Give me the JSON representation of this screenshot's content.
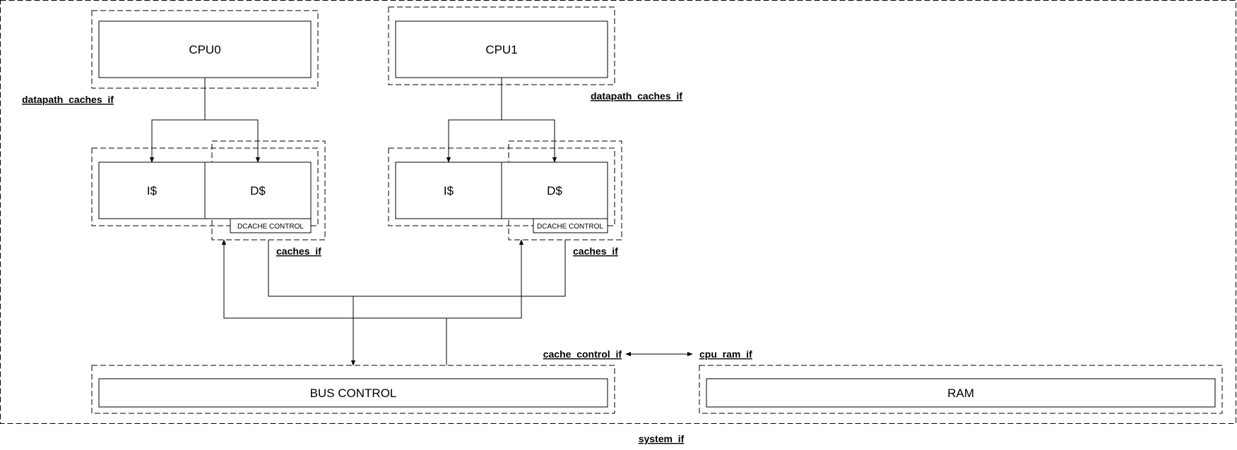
{
  "blocks": {
    "cpu0": "CPU0",
    "cpu1": "CPU1",
    "icache0": "I$",
    "dcache0": "D$",
    "icache1": "I$",
    "dcache1": "D$",
    "dcache_control0": "DCACHE CONTROL",
    "dcache_control1": "DCACHE CONTROL",
    "bus_control": "BUS CONTROL",
    "ram": "RAM"
  },
  "interfaces": {
    "datapath_caches_if_0": "datapath_caches_if",
    "datapath_caches_if_1": "datapath_caches_if",
    "caches_if_0": "caches_if",
    "caches_if_1": "caches_if",
    "cache_control_if": "cache_control_if",
    "cpu_ram_if": "cpu_ram_if",
    "system_if": "system_if"
  }
}
